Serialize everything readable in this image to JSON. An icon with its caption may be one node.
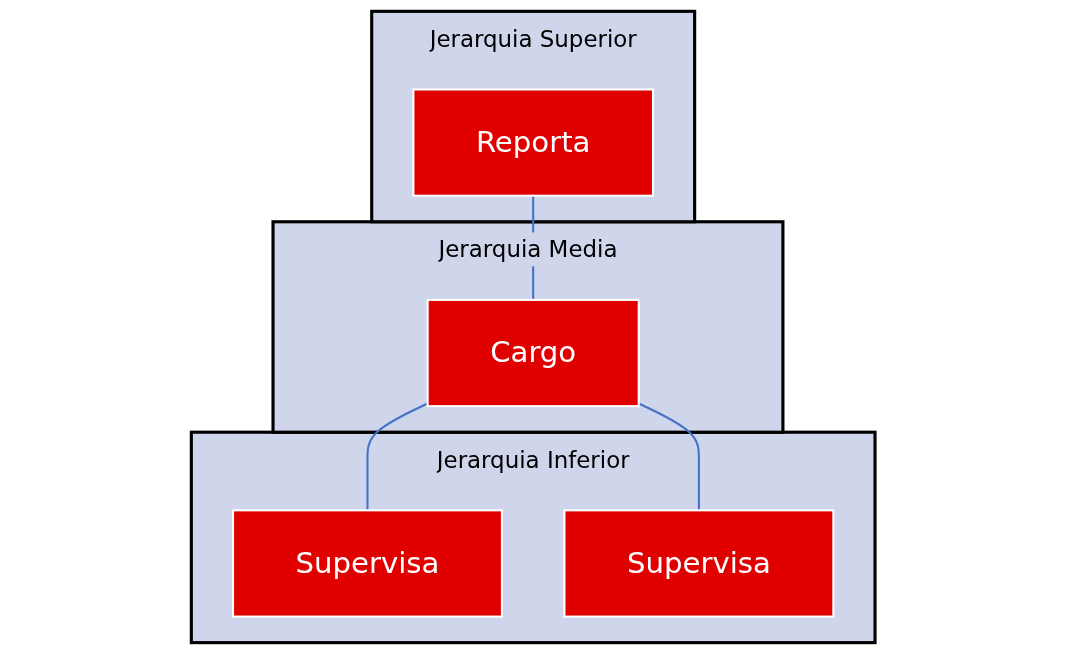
{
  "diagram": {
    "nodes": [
      {
        "text": [
          "Jerarquia Superior"
        ]
      },
      {
        "text": [
          "Reporta"
        ],
        "in": 0
      },
      {
        "text": [
          "Jerarquia Media"
        ]
      },
      {
        "text": [
          "Cargo"
        ],
        "in": 2
      },
      {
        "text": [
          "Jerarquia Inferior"
        ]
      },
      {
        "text": [
          "Supervisa"
        ],
        "in": 4
      },
      {
        "text": [
          "Supervisa"
        ],
        "in": 4
      }
    ],
    "edges": [
      {
        "from": 1,
        "to": 3,
        "arrow": "none"
      },
      {
        "from": 3,
        "to": 5,
        "arrow": "none"
      },
      {
        "from": 3,
        "to": 6,
        "arrow": "none"
      }
    ]
  }
}
